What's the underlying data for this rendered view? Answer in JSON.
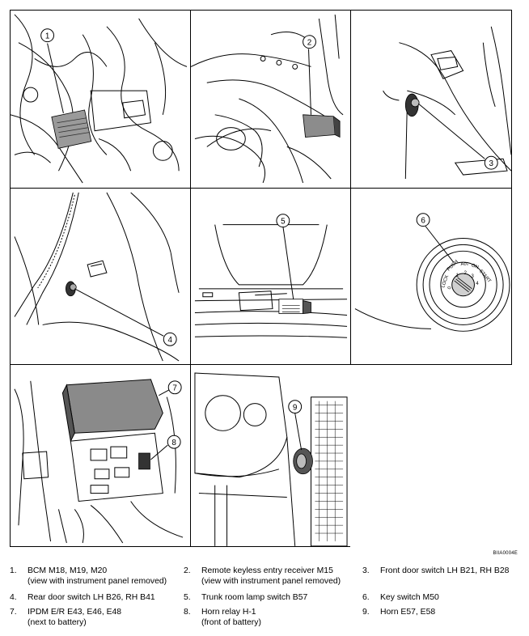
{
  "diagram_code": "BIIA0004E",
  "panels": [
    {
      "id": 1,
      "callout": "1"
    },
    {
      "id": 2,
      "callout": "2"
    },
    {
      "id": 3,
      "callout": "3"
    },
    {
      "id": 4,
      "callout": "4"
    },
    {
      "id": 5,
      "callout": "5"
    },
    {
      "id": 6,
      "callout": "6",
      "key_labels": [
        "LOCK",
        "PUSH",
        "Acc",
        "ON",
        "START",
        "0",
        "1",
        "2",
        "3",
        "4"
      ]
    },
    {
      "id": 7,
      "callouts": [
        "7",
        "8"
      ]
    },
    {
      "id": 8,
      "callout": "9"
    }
  ],
  "legend": [
    {
      "num": "1.",
      "line1": "BCM M18, M19, M20",
      "line2": "(view with instrument panel removed)"
    },
    {
      "num": "2.",
      "line1": "Remote keyless entry receiver M15",
      "line2": "(view with instrument panel removed)"
    },
    {
      "num": "3.",
      "line1": "Front door switch LH B21, RH B28",
      "line2": ""
    },
    {
      "num": "4.",
      "line1": "Rear door switch LH B26, RH B41",
      "line2": ""
    },
    {
      "num": "5.",
      "line1": "Trunk room lamp switch B57",
      "line2": ""
    },
    {
      "num": "6.",
      "line1": "Key switch M50",
      "line2": ""
    },
    {
      "num": "7.",
      "line1": "IPDM E/R E43, E46, E48",
      "line2": "(next to battery)"
    },
    {
      "num": "8.",
      "line1": "Horn relay H-1",
      "line2": "(front of battery)"
    },
    {
      "num": "9.",
      "line1": "Horn E57, E58",
      "line2": ""
    }
  ]
}
